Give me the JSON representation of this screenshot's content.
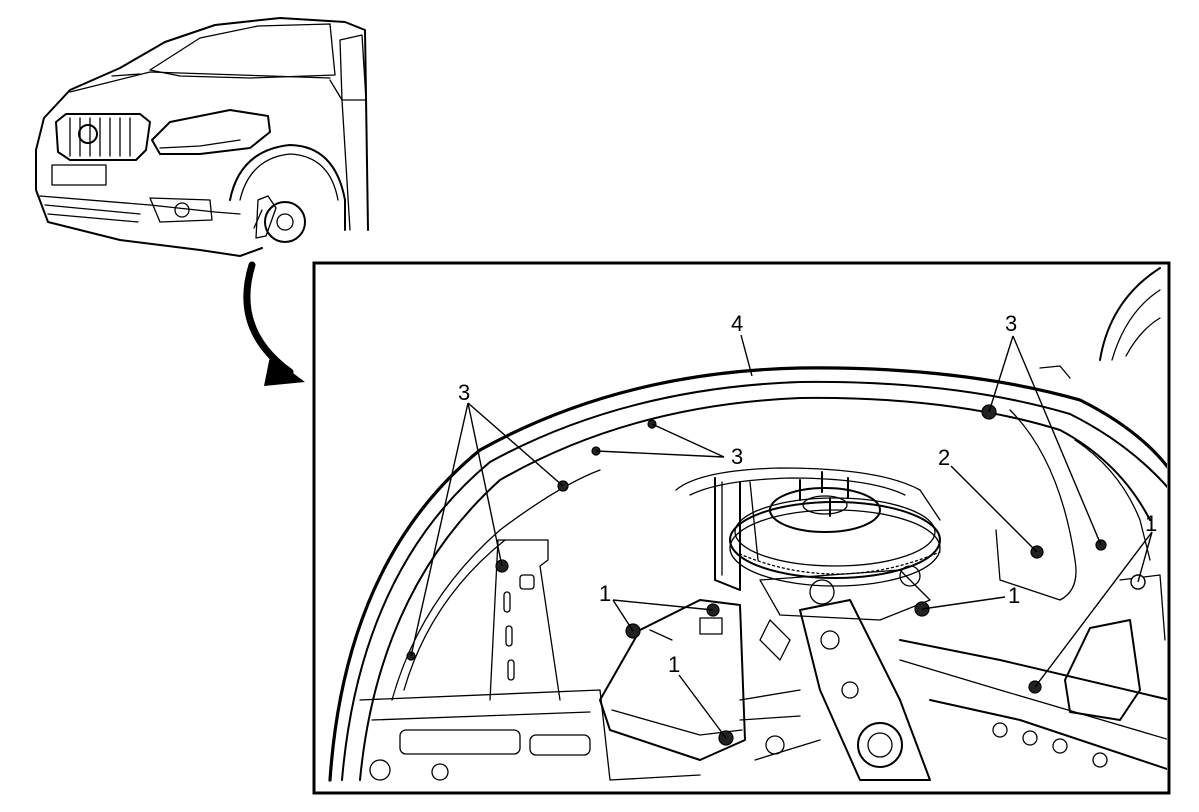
{
  "callouts": [
    {
      "id": "c1a",
      "label": "1"
    },
    {
      "id": "c1b",
      "label": "1"
    },
    {
      "id": "c1c",
      "label": "1"
    },
    {
      "id": "c1d",
      "label": "1"
    },
    {
      "id": "c2",
      "label": "2"
    },
    {
      "id": "c3a",
      "label": "3"
    },
    {
      "id": "c3b",
      "label": "3"
    },
    {
      "id": "c3c",
      "label": "3"
    },
    {
      "id": "c4",
      "label": "4"
    }
  ]
}
